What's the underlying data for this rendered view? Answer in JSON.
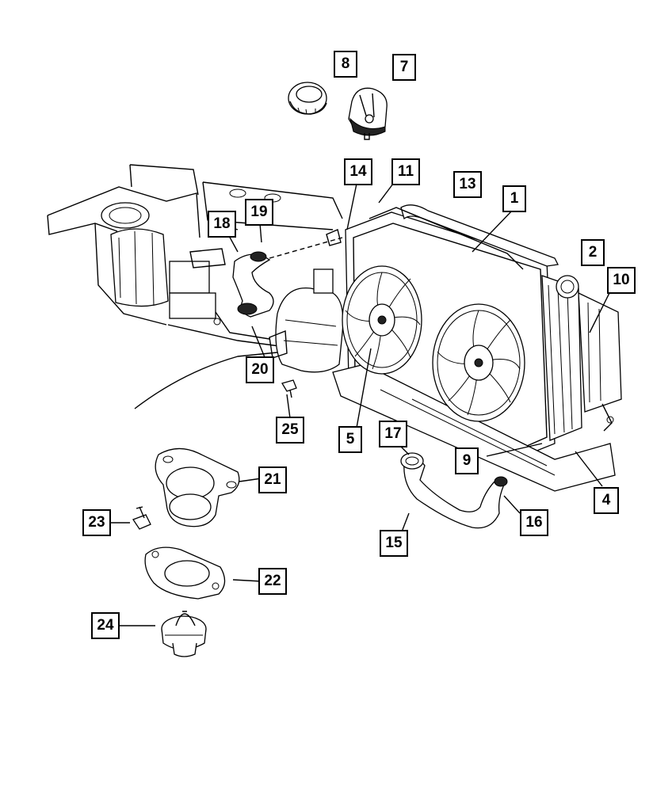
{
  "callouts": [
    {
      "id": "c1",
      "text": "1"
    },
    {
      "id": "c2",
      "text": "2"
    },
    {
      "id": "c4",
      "text": "4"
    },
    {
      "id": "c5",
      "text": "5"
    },
    {
      "id": "c7",
      "text": "7"
    },
    {
      "id": "c8",
      "text": "8"
    },
    {
      "id": "c9",
      "text": "9"
    },
    {
      "id": "c10",
      "text": "10"
    },
    {
      "id": "c11",
      "text": "11"
    },
    {
      "id": "c13",
      "text": "13"
    },
    {
      "id": "c14",
      "text": "14"
    },
    {
      "id": "c15",
      "text": "15"
    },
    {
      "id": "c16",
      "text": "16"
    },
    {
      "id": "c17",
      "text": "17"
    },
    {
      "id": "c18",
      "text": "18"
    },
    {
      "id": "c19",
      "text": "19"
    },
    {
      "id": "c20",
      "text": "20"
    },
    {
      "id": "c21",
      "text": "21"
    },
    {
      "id": "c22",
      "text": "22"
    },
    {
      "id": "c23",
      "text": "23"
    },
    {
      "id": "c24",
      "text": "24"
    },
    {
      "id": "c25",
      "text": "25"
    }
  ]
}
